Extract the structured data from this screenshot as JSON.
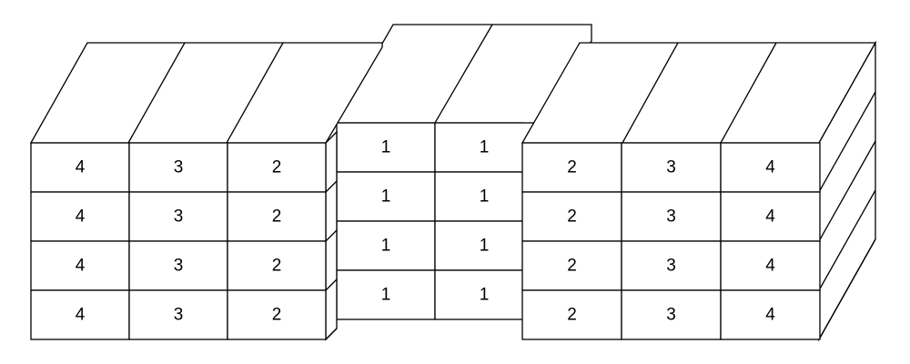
{
  "diagram": {
    "left_block": {
      "rows": [
        [
          "4",
          "3",
          "2"
        ],
        [
          "4",
          "3",
          "2"
        ],
        [
          "4",
          "3",
          "2"
        ],
        [
          "4",
          "3",
          "2"
        ]
      ]
    },
    "middle_block": {
      "rows": [
        [
          "1",
          "1"
        ],
        [
          "1",
          "1"
        ],
        [
          "1",
          "1"
        ],
        [
          "1",
          "1"
        ]
      ]
    },
    "right_block": {
      "rows": [
        [
          "2",
          "3",
          "4"
        ],
        [
          "2",
          "3",
          "4"
        ],
        [
          "2",
          "3",
          "4"
        ],
        [
          "2",
          "3",
          "4"
        ]
      ]
    }
  }
}
